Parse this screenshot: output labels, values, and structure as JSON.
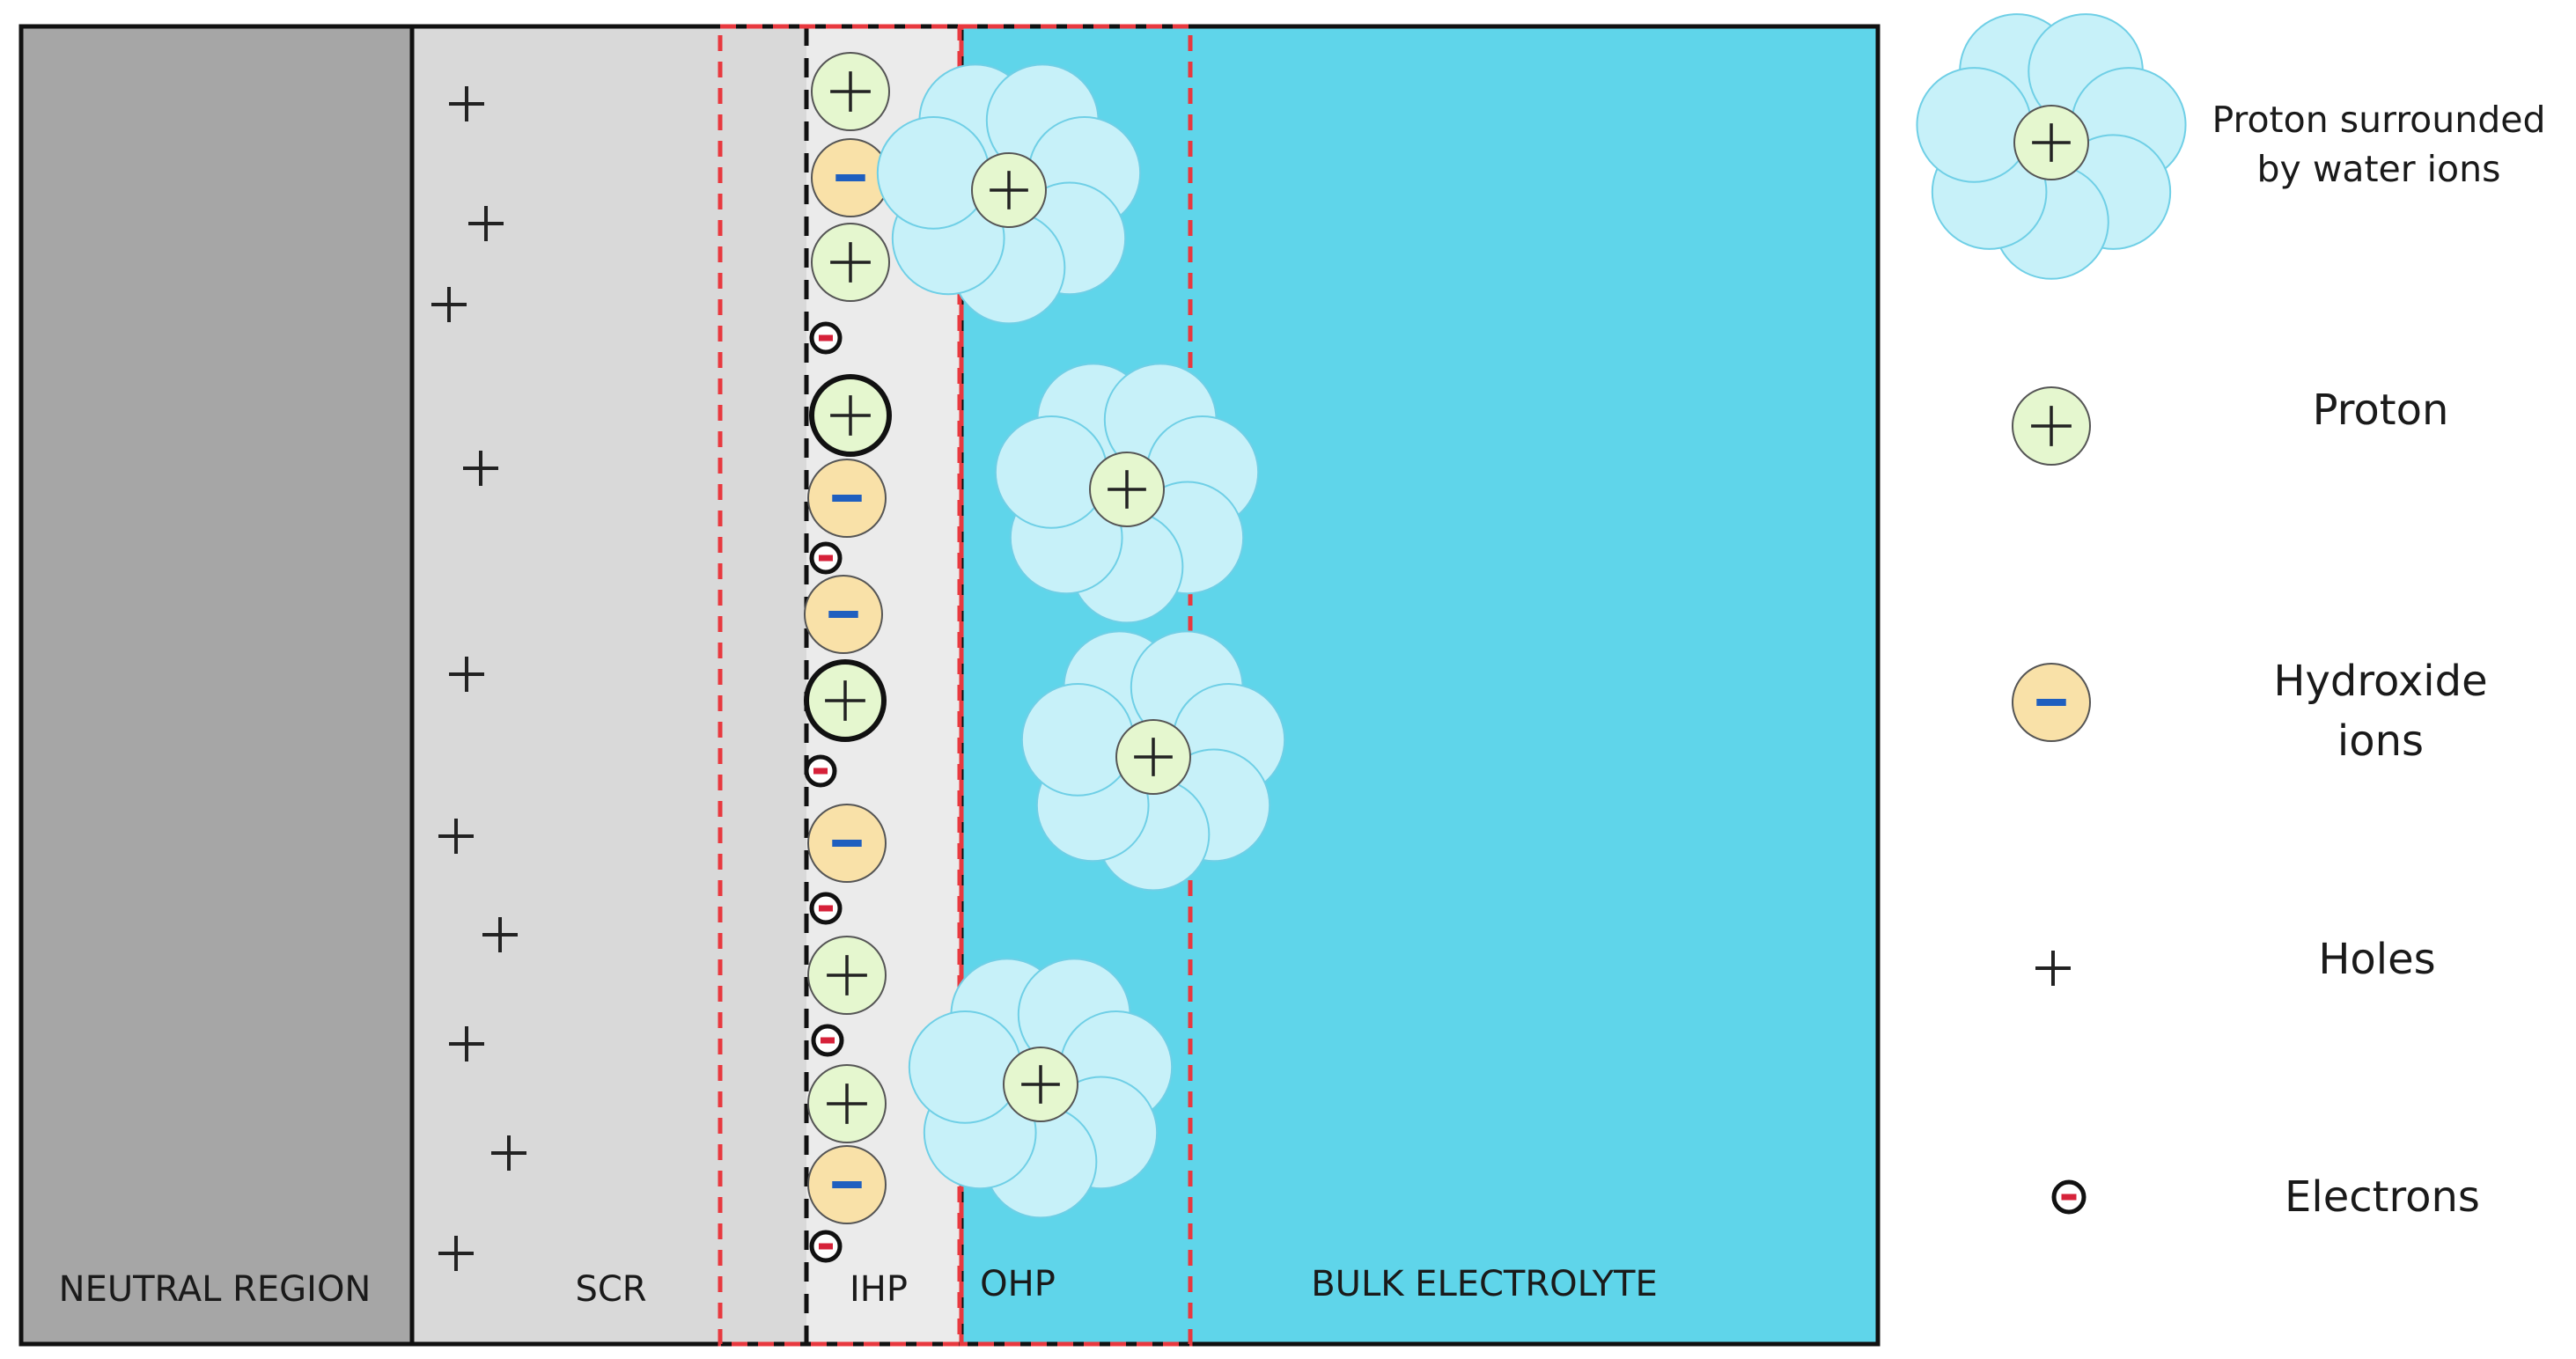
{
  "regions": {
    "neutral": "NEUTRAL REGION",
    "scr": "SCR",
    "ihp": "IHP",
    "ohp": "OHP",
    "bulk": "BULK ELECTROLYTE"
  },
  "legend": [
    {
      "key": "hydrated-proton",
      "lines": [
        "Proton surrounded",
        "by water ions"
      ]
    },
    {
      "key": "proton",
      "lines": [
        "Proton"
      ]
    },
    {
      "key": "hydroxide",
      "lines": [
        "Hydroxide",
        "ions"
      ]
    },
    {
      "key": "hole",
      "lines": [
        "Holes"
      ]
    },
    {
      "key": "electron",
      "lines": [
        "Electrons"
      ]
    }
  ],
  "symbols": {
    "plus": "+",
    "minus": "−"
  },
  "colors": {
    "neutral_fill": "#a6a6a6",
    "scr_fill": "#d9d9d9",
    "ihp_fill": "#ebebeb",
    "electrolyte_fill": "#5fd5ea",
    "water_fill": "#c7f1f9",
    "water_stroke": "#6fcfe6",
    "proton_fill": "#e5f7cf",
    "hydroxide_fill": "#f9e1a8",
    "hydroxide_minus": "#1f5fbf",
    "electron_minus": "#d6223a",
    "dashed_red": "#e8393f"
  }
}
